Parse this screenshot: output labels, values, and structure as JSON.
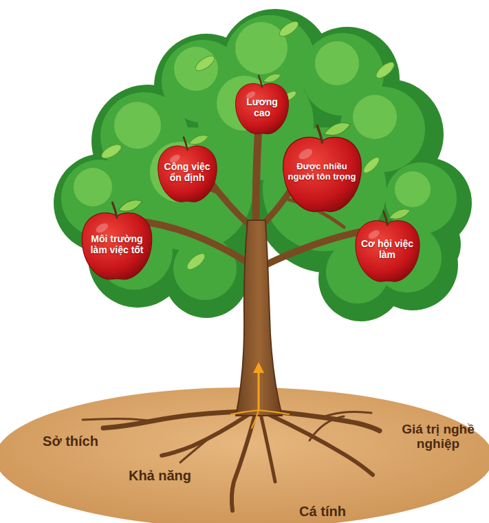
{
  "diagram": {
    "nodes": [
      {
        "text": [
          "Lương cao"
        ]
      },
      {
        "text": [
          "Công việc ổn định"
        ]
      },
      {
        "text": [
          "Được nhiều người tôn trọng"
        ]
      },
      {
        "text": [
          "Môi trường làm việc tốt"
        ]
      },
      {
        "text": [
          "Cơ hội việc làm"
        ]
      }
    ],
    "labels": [
      "Sở thích",
      "Giá trị nghề nghiệp",
      "Khả năng",
      "Cá tính"
    ]
  }
}
